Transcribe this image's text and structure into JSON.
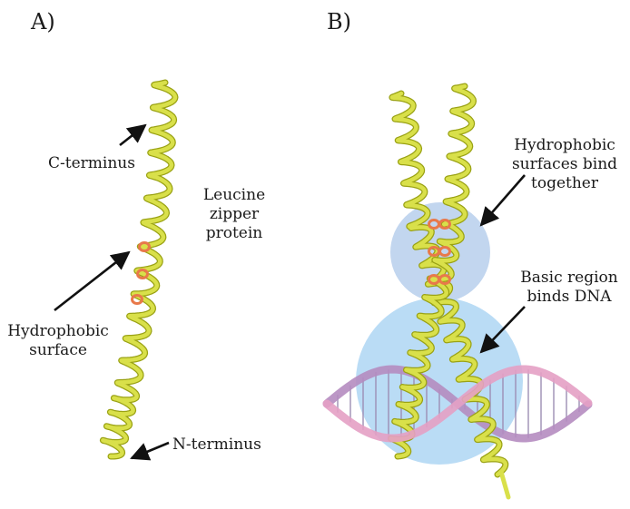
{
  "panels": {
    "a": "A)",
    "b": "B)"
  },
  "labels": {
    "c_terminus": "C-terminus",
    "leucine_zipper": "Leucine\nzipper\nprotein",
    "hydrophobic_surface": "Hydrophobic\nsurface",
    "n_terminus": "N-terminus",
    "surfaces_bind": "Hydrophobic\nsurfaces bind\ntogether",
    "basic_region": "Basic region\nbinds DNA"
  },
  "colors": {
    "helix_fill": "#d9e04a",
    "helix_shade": "#9aa214",
    "hydrophobic_residue": "#e8794a",
    "contact_zone": "#aec8ea",
    "dna_region": "#a9d3f2",
    "dna_strand": "#e4a0c4",
    "dna_strand_dark": "#b58cc0",
    "arrow": "#111111"
  }
}
